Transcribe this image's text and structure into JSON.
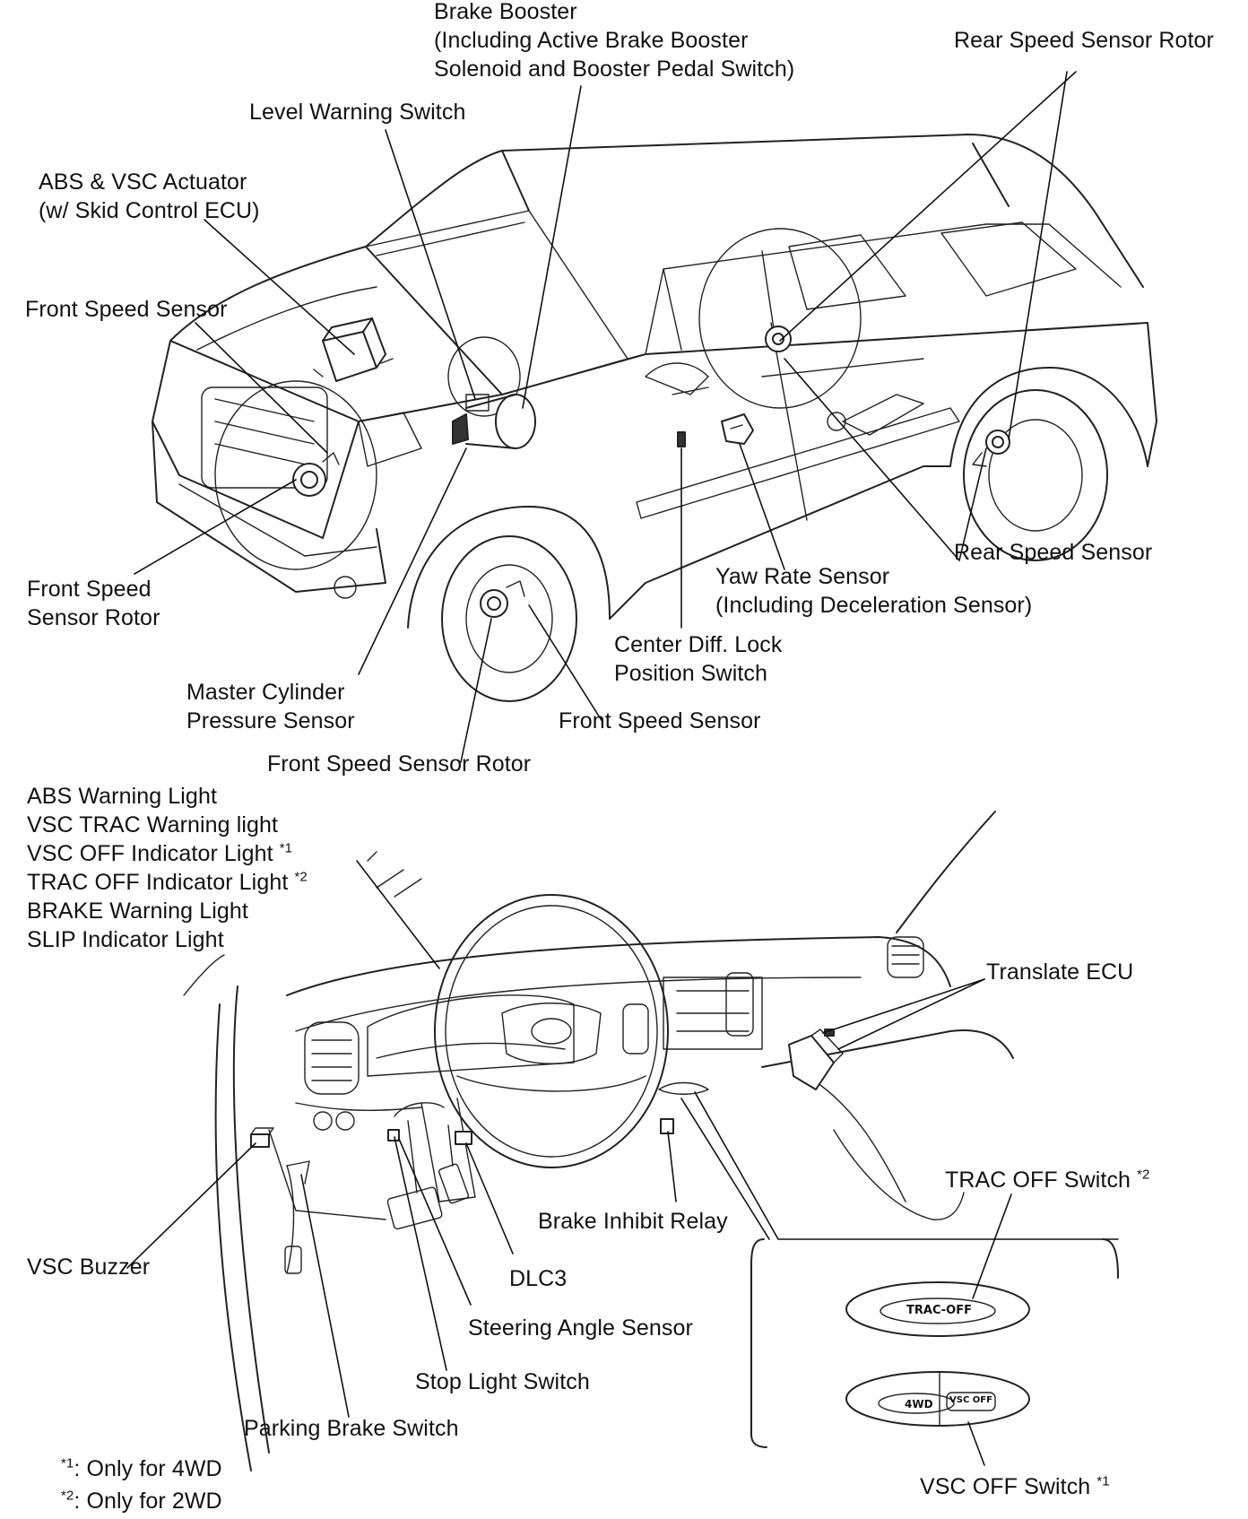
{
  "labels": {
    "brake_booster": [
      "Brake Booster",
      "(Including Active Brake Booster",
      "Solenoid and Booster Pedal Switch)"
    ],
    "rear_speed_sensor_rotor": "Rear Speed Sensor Rotor",
    "level_warning_switch": "Level Warning Switch",
    "abs_vsc_actuator": [
      "ABS & VSC Actuator",
      "(w/ Skid Control ECU)"
    ],
    "front_speed_sensor_top": "Front Speed Sensor",
    "front_speed_sensor_rotor_left": [
      "Front Speed",
      "Sensor Rotor"
    ],
    "rear_speed_sensor": "Rear Speed Sensor",
    "yaw_rate_sensor": [
      "Yaw Rate Sensor",
      "(Including Deceleration Sensor)"
    ],
    "center_diff_lock": [
      "Center Diff. Lock",
      "Position Switch"
    ],
    "master_cylinder": [
      "Master Cylinder",
      "Pressure Sensor"
    ],
    "front_speed_sensor_bottom": "Front Speed Sensor",
    "front_speed_sensor_rotor_bottom": "Front Speed Sensor Rotor",
    "warning_lights": {
      "abs": "ABS Warning Light",
      "vsc_trac": "VSC TRAC Warning light",
      "vsc_off": "VSC OFF Indicator Light",
      "vsc_off_note": "*1",
      "trac_off": "TRAC OFF Indicator Light",
      "trac_off_note": "*2",
      "brake": "BRAKE Warning Light",
      "slip": "SLIP Indicator Light"
    },
    "translate_ecu": "Translate ECU",
    "trac_off_switch": "TRAC OFF Switch",
    "trac_off_switch_note": "*2",
    "brake_inhibit_relay": "Brake Inhibit Relay",
    "vsc_buzzer": "VSC Buzzer",
    "dlc3": "DLC3",
    "steering_angle_sensor": "Steering Angle Sensor",
    "stop_light_switch": "Stop Light Switch",
    "parking_brake_switch": "Parking Brake Switch",
    "vsc_off_switch": "VSC OFF Switch",
    "vsc_off_switch_note": "*1"
  },
  "switch_faces": {
    "trac_off": "TRAC-OFF",
    "four_wd": "4WD",
    "vsc_off": "VSC OFF"
  },
  "footnotes": [
    {
      "mark": "*1",
      "text": ": Only for 4WD"
    },
    {
      "mark": "*2",
      "text": ": Only for 2WD"
    }
  ]
}
